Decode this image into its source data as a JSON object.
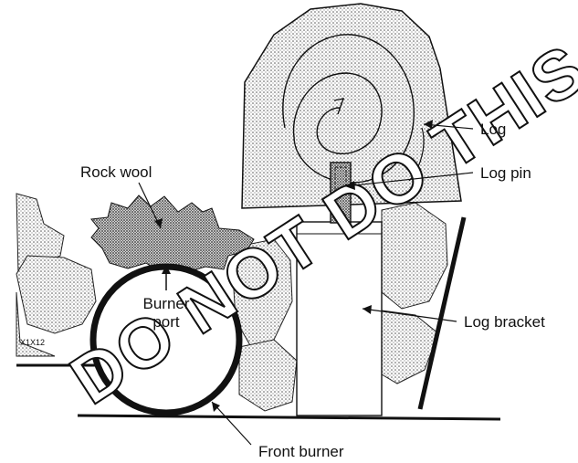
{
  "labels": {
    "log": "Log",
    "log_pin": "Log pin",
    "rock_wool": "Rock wool",
    "burner_port_line1": "Burner",
    "burner_port_line2": "port",
    "log_bracket": "Log bracket",
    "front_burner": "Front burner"
  },
  "warning_text": "DO NOT DO THIS",
  "tag_text": "X1X12"
}
